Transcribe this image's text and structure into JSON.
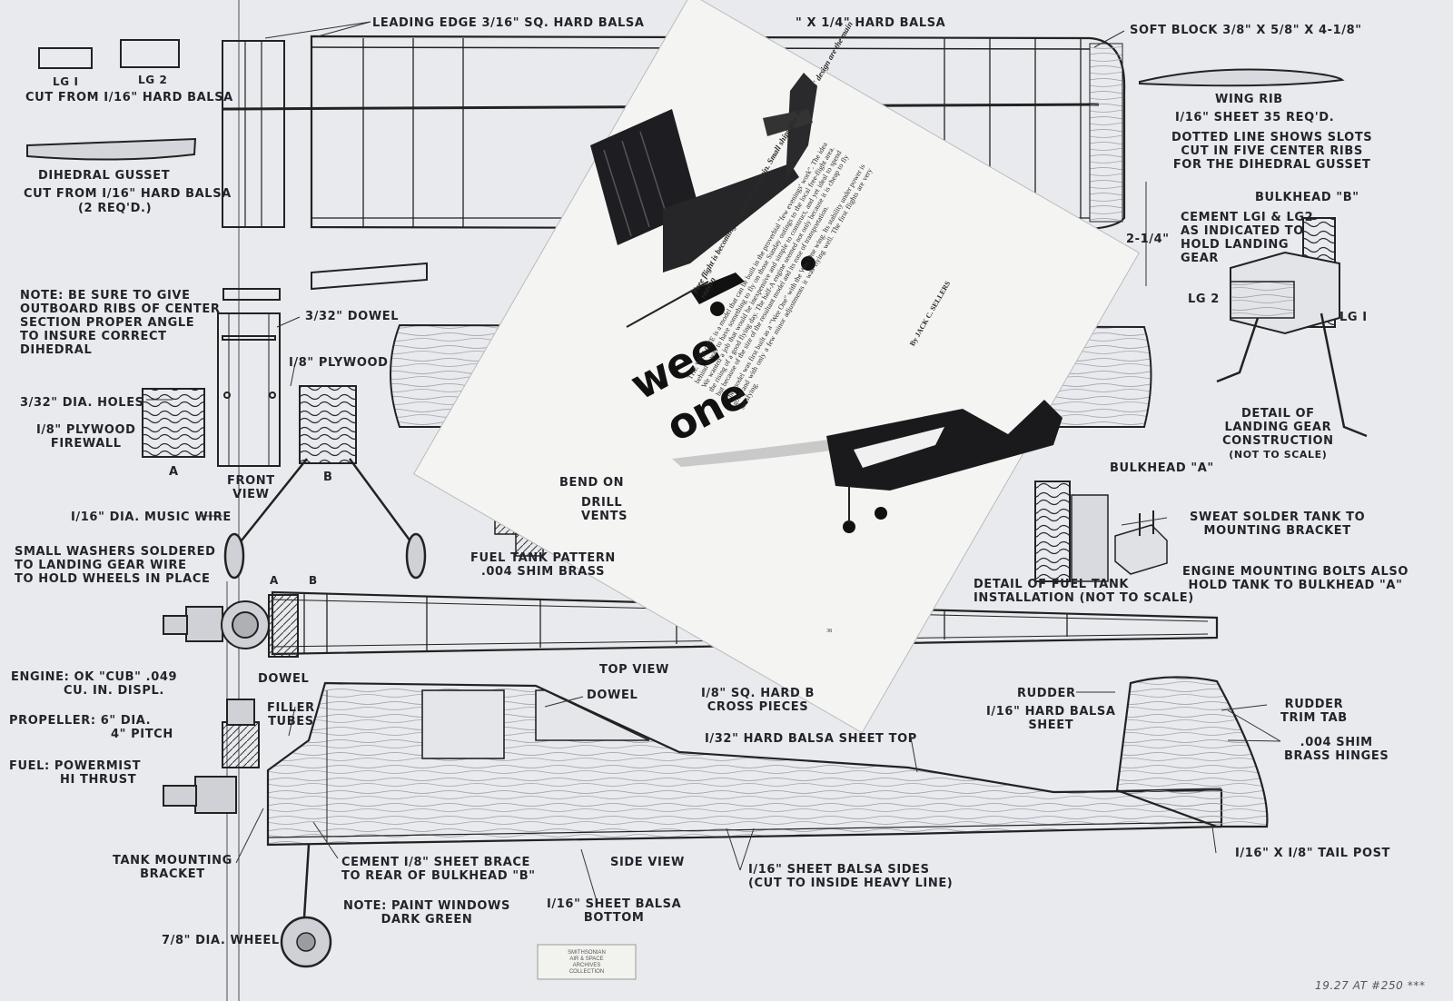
{
  "colors": {
    "paper": "#e8eaee",
    "ink": "#23232b",
    "clipping": "#f5f5f3",
    "balsa": "#d9dade"
  },
  "labels": {
    "leading_edge": "LEADING EDGE 3/16\" SQ. HARD BALSA",
    "spar": "\" X 1/4\" HARD BALSA",
    "soft_block": "SOFT BLOCK 3/8\" X 5/8\" X 4-1/8\"",
    "lg1": "LG I",
    "lg2": "LG 2",
    "cut_lg": "CUT FROM I/16\" HARD BALSA",
    "dihedral_gusset": "DIHEDRAL GUSSET",
    "cut_gusset": "CUT FROM I/16\" HARD BALSA",
    "req2": "(2 REQ'D.)",
    "wing_rib": "WING RIB",
    "rib_sheet": "I/16\" SHEET   35 REQ'D.",
    "dotted_line": [
      "DOTTED LINE SHOWS SLOTS",
      "CUT IN FIVE CENTER RIBS",
      "FOR THE DIHEDRAL GUSSET"
    ],
    "bulkhead_b": "BULKHEAD \"B\"",
    "cement_lg": [
      "CEMENT LGI & LG2",
      "AS INDICATED TO",
      "HOLD LANDING",
      "GEAR"
    ],
    "dim_214": "2-1/4\"",
    "lg2_callout": "LG 2",
    "lg1_callout": "LG I",
    "detail_lg": [
      "DETAIL OF",
      "LANDING GEAR",
      "CONSTRUCTION",
      "(NOT TO SCALE)"
    ],
    "note_outboard": [
      "NOTE: BE SURE TO GIVE",
      "OUTBOARD RIBS OF CENTER",
      "SECTION PROPER ANGLE",
      "TO INSURE CORRECT",
      "DIHEDRAL"
    ],
    "dowel_332": "3/32\" DOWEL",
    "plywood_18": "I/8\" PLYWOOD",
    "holes_332": "3/32\" DIA. HOLES",
    "plywood_firewall": [
      "I/8\" PLYWOOD",
      "FIREWALL"
    ],
    "a": "A",
    "b": "B",
    "front_view": [
      "FRONT",
      "VIEW"
    ],
    "music_wire": "I/16\" DIA. MUSIC WIRE",
    "washers": [
      "SMALL WASHERS SOLDERED",
      "TO LANDING GEAR WIRE",
      "TO HOLD WHEELS IN PLACE"
    ],
    "bend_on": "BEND ON",
    "drill_vents": [
      "DRILL",
      "VENTS"
    ],
    "fuel_tank_pattern": [
      "FUEL TANK PATTERN",
      ".004 SHIM BRASS"
    ],
    "bulkhead_a": "BULKHEAD \"A\"",
    "sweat_solder": [
      "SWEAT SOLDER TANK TO",
      "MOUNTING BRACKET"
    ],
    "engine_bolts": [
      "ENGINE MOUNTING BOLTS ALSO",
      "HOLD TANK TO BULKHEAD \"A\""
    ],
    "detail_fuel": [
      "DETAIL OF FUEL TANK",
      "INSTALLATION  (NOT TO SCALE)"
    ],
    "top_a": "A",
    "top_b": "B",
    "top_view": "TOP VIEW",
    "engine": [
      "ENGINE: OK \"CUB\" .049",
      "CU. IN. DISPL."
    ],
    "propeller": [
      "PROPELLER: 6\" DIA.",
      "4\" PITCH"
    ],
    "fuel": [
      "FUEL:  POWERMIST",
      "HI THRUST"
    ],
    "dowel_side": "DOWEL",
    "filler_tubes": [
      "FILLER",
      "TUBES"
    ],
    "dowel_mid": "DOWEL",
    "sq_hard": [
      "I/8\" SQ. HARD B",
      "CROSS PIECES"
    ],
    "sheet_top": "I/32\" HARD BALSA SHEET TOP",
    "rudder": "RUDDER",
    "rudder_sheet": [
      "I/16\" HARD BALSA",
      "SHEET"
    ],
    "rudder_trim": [
      "RUDDER",
      "TRIM TAB"
    ],
    "shim_hinges": [
      ".004 SHIM",
      "BRASS HINGES"
    ],
    "tail_post": "I/16\" X I/8\" TAIL POST",
    "tank_bracket": [
      "TANK MOUNTING",
      "BRACKET"
    ],
    "cement_brace": [
      "CEMENT I/8\" SHEET BRACE",
      "TO REAR OF BULKHEAD \"B\""
    ],
    "side_view": "SIDE  VIEW",
    "sides": [
      "I/16\" SHEET BALSA SIDES",
      "(CUT TO INSIDE HEAVY LINE)"
    ],
    "paint_windows": [
      "NOTE:  PAINT WINDOWS",
      "DARK GREEN"
    ],
    "sheet_bottom": [
      "I/16\" SHEET BALSA",
      "BOTTOM"
    ],
    "wheel": "7/8\" DIA. WHEEL"
  },
  "clipping": {
    "title_line1": "wee",
    "title_line2": "one",
    "subhead": "Free flight is becoming popular once again. Small ships like Mr. Sellers' design are the main reason",
    "byline": "By JACK C. SELLERS",
    "body": [
      "THE WEE ONE is a model that can be built in the proverbial \"few evenings' work\". The idea behind it was to have something to fly on those Sunday outings to the local free-flight area. We wanted a job that would be inexpensive and simple to construct, and yet ideal to spend the rising of a good flying day. The half-A engine seemed not only because it is cheap to fly but because of the size of the resultant model and its ease of transportation.",
      "The model was first built as a \"Wee One\" with the Wee One wing. Its stability under power is good and with only a few minor adjustments it was flying well. The first flights are very satisfying."
    ],
    "page_no": "38"
  },
  "stamp": [
    "SMITHSONIAN",
    "AIR & SPACE",
    "ARCHIVES",
    "COLLECTION"
  ],
  "corner_note": "19.27  AT #250 ***"
}
